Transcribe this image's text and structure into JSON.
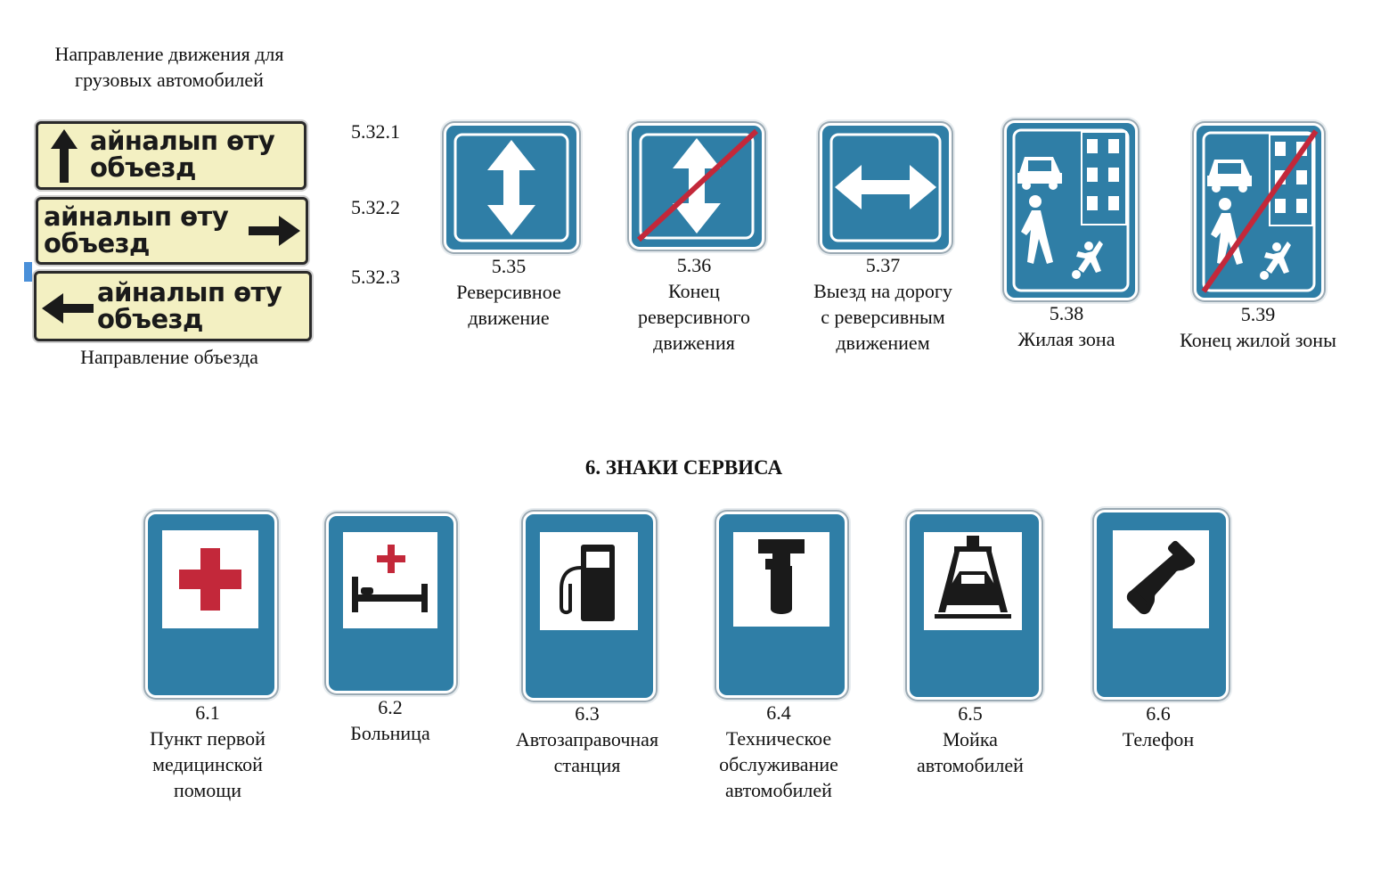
{
  "detour": {
    "caption_top": "Направление движения для\nгрузовых автомобилей",
    "caption_bottom": "Направление объезда",
    "plates": [
      {
        "code": "5.32.1",
        "line1": "айналып өту",
        "line2": "объезд",
        "arrow": "up"
      },
      {
        "code": "5.32.2",
        "line1": "айналып өту",
        "line2": "объезд",
        "arrow": "right"
      },
      {
        "code": "5.32.3",
        "line1": "айналып өту",
        "line2": "объезд",
        "arrow": "left"
      }
    ]
  },
  "signs_5": [
    {
      "code": "5.35",
      "name": "Реверсивное\nдвижение",
      "icon": "vertical-double-arrow-icon"
    },
    {
      "code": "5.36",
      "name": "Конец\nреверсивного\nдвижения",
      "icon": "vertical-double-arrow-crossed-icon"
    },
    {
      "code": "5.37",
      "name": "Выезд на дорогу\nс реверсивным\nдвижением",
      "icon": "horizontal-double-arrow-icon"
    },
    {
      "code": "5.38",
      "name": "Жилая зона",
      "icon": "residential-zone-icon"
    },
    {
      "code": "5.39",
      "name": "Конец жилой зоны",
      "icon": "residential-zone-end-icon"
    }
  ],
  "section_title": "6. ЗНАКИ СЕРВИСА",
  "signs_6": [
    {
      "code": "6.1",
      "name": "Пункт первой\nмедицинской\nпомощи",
      "icon": "red-cross-icon"
    },
    {
      "code": "6.2",
      "name": "Больница",
      "icon": "hospital-bed-icon"
    },
    {
      "code": "6.3",
      "name": "Автозаправочная\nстанция",
      "icon": "fuel-pump-icon"
    },
    {
      "code": "6.4",
      "name": "Техническое\nобслуживание\nавтомобилей",
      "icon": "wrench-icon"
    },
    {
      "code": "6.5",
      "name": "Мойка\nавтомобилей",
      "icon": "car-wash-icon"
    },
    {
      "code": "6.6",
      "name": "Телефон",
      "icon": "telephone-icon"
    }
  ],
  "colors": {
    "sign_blue": "#2f7ea6",
    "plate_yellow": "#f3f0c2",
    "red": "#c3283a"
  }
}
